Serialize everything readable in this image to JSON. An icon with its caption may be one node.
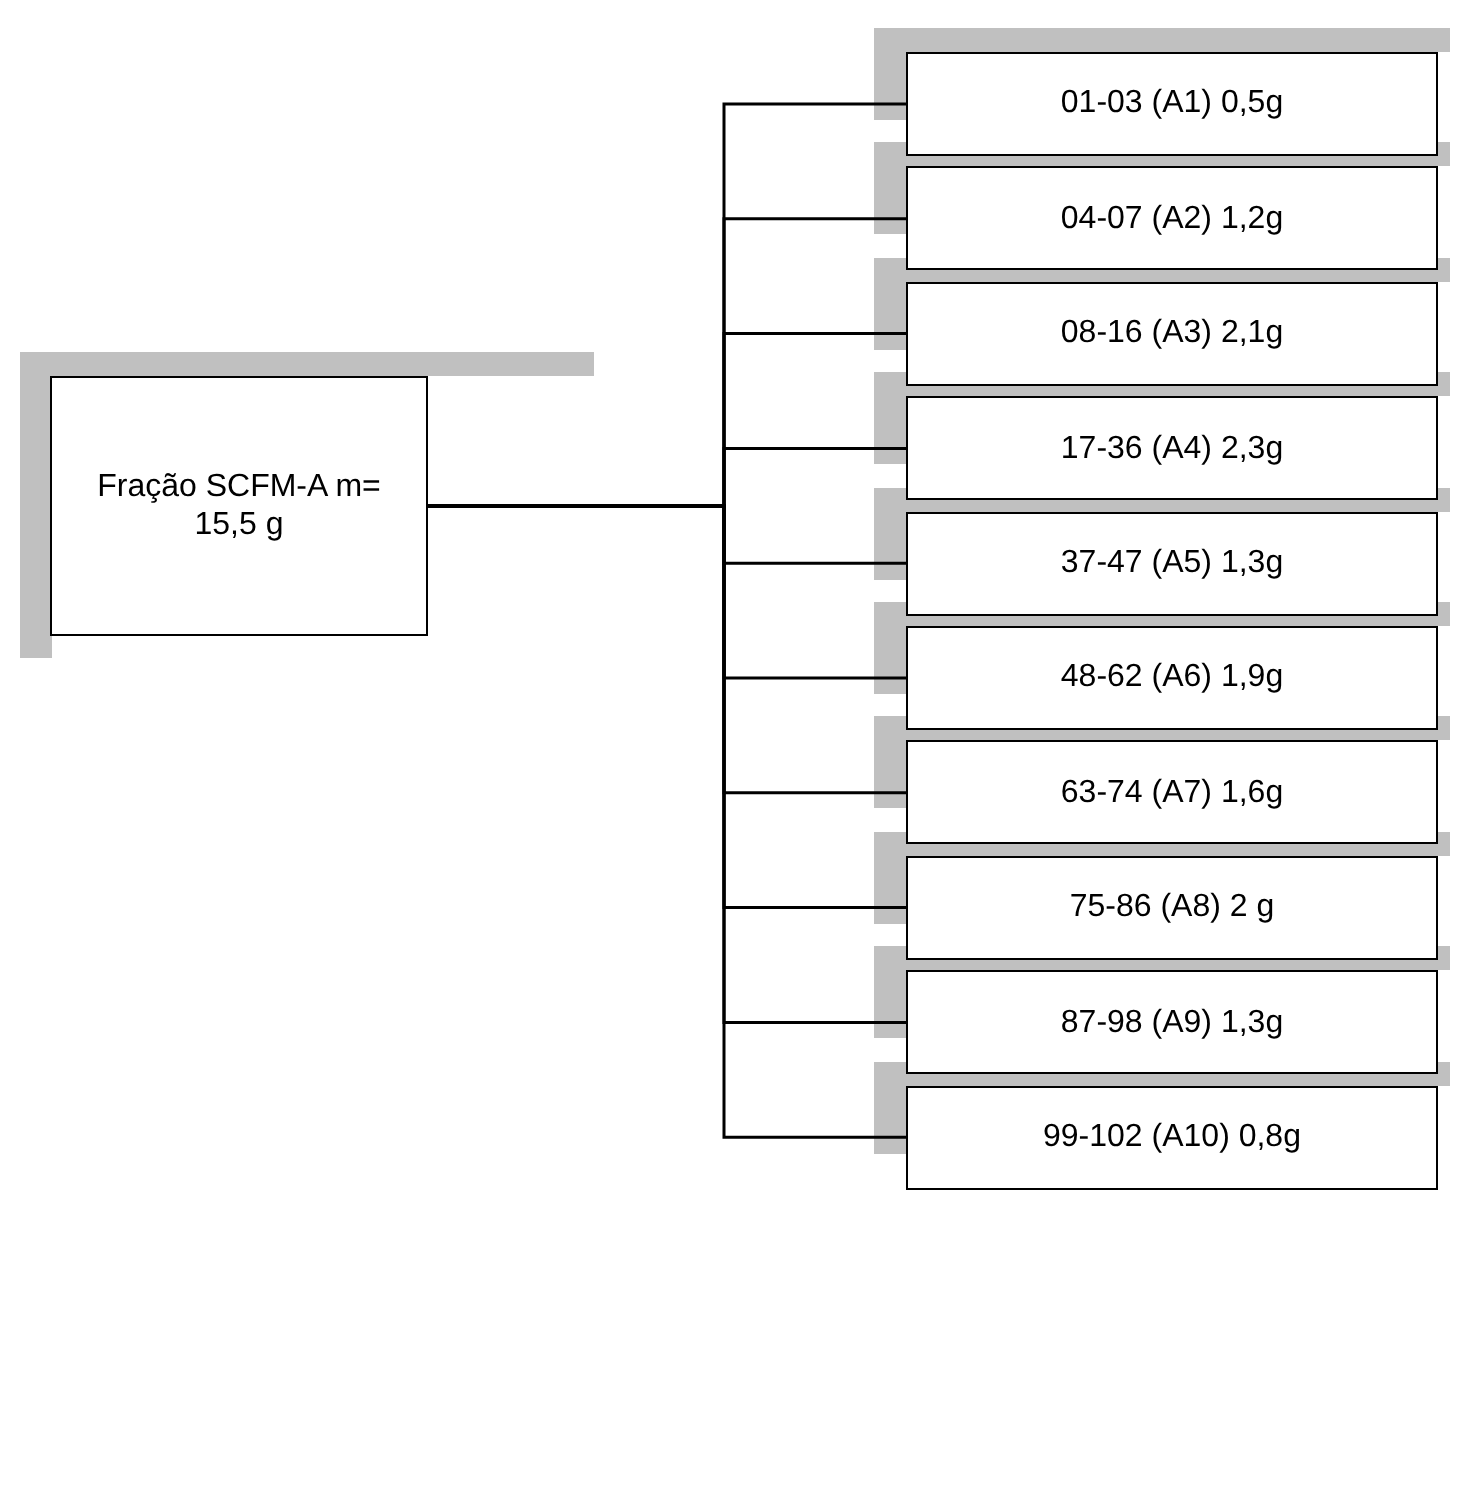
{
  "diagram": {
    "nodes": [
      {
        "text": [
          "Fração SCFM-A m= 15,5 g"
        ]
      },
      {
        "text": [
          "01-03 (A1) 0,5g"
        ]
      },
      {
        "text": [
          "04-07 (A2) 1,2g"
        ]
      },
      {
        "text": [
          "08-16 (A3) 2,1g"
        ]
      },
      {
        "text": [
          "17-36 (A4) 2,3g"
        ]
      },
      {
        "text": [
          "37-47 (A5) 1,3g"
        ]
      },
      {
        "text": [
          "48-62 (A6) 1,9g"
        ]
      },
      {
        "text": [
          "63-74 (A7) 1,6g"
        ]
      },
      {
        "text": [
          "75-86 (A8) 2 g"
        ]
      },
      {
        "text": [
          "87-98 (A9) 1,3g"
        ]
      },
      {
        "text": [
          "99-102 (A10) 0,8g"
        ]
      }
    ],
    "edges": [
      {
        "from": 0,
        "to": 1,
        "arrow": "none"
      },
      {
        "from": 0,
        "to": 2,
        "arrow": "none"
      },
      {
        "from": 0,
        "to": 3,
        "arrow": "none"
      },
      {
        "from": 0,
        "to": 4,
        "arrow": "none"
      },
      {
        "from": 0,
        "to": 5,
        "arrow": "none"
      },
      {
        "from": 0,
        "to": 6,
        "arrow": "none"
      },
      {
        "from": 0,
        "to": 7,
        "arrow": "none"
      },
      {
        "from": 0,
        "to": 8,
        "arrow": "none"
      },
      {
        "from": 0,
        "to": 9,
        "arrow": "none"
      },
      {
        "from": 0,
        "to": 10,
        "arrow": "none"
      }
    ]
  }
}
